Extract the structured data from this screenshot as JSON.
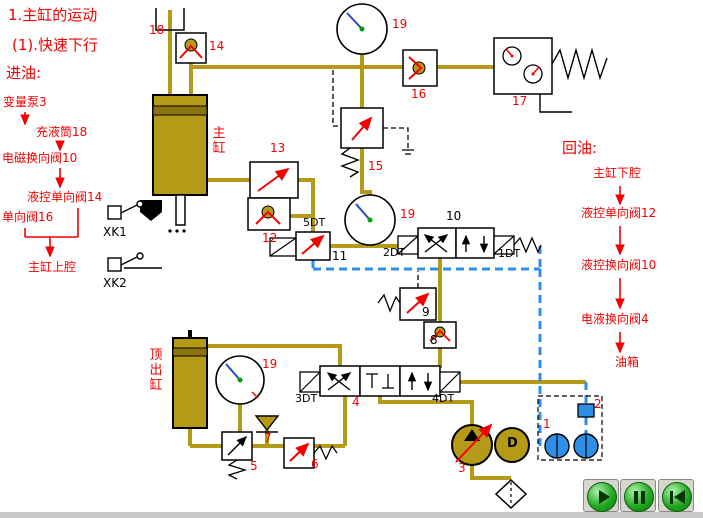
{
  "title": {
    "line1": "1.主缸的运动",
    "line2": "(1).快速下行"
  },
  "inlet_flow": {
    "header": "进油:",
    "steps": [
      "变量泵3",
      "充液筒18",
      "电磁换向阀10",
      "液控单向阀14",
      "单向阀16",
      "主缸上腔"
    ]
  },
  "return_flow": {
    "header": "回油:",
    "steps": [
      "主缸下腔",
      "液控单向阀12",
      "液控换向阀10",
      "电液换向阀4",
      "油箱"
    ]
  },
  "diagram": {
    "main_cylinder": "主缸",
    "ejector_cylinder": "顶出缸",
    "motor_letter": "D",
    "switches": {
      "xk1": "XK1",
      "xk2": "XK2"
    },
    "solenoids": {
      "dt5": "5DT",
      "dt2": "2DT",
      "dt1": "1DT",
      "dt3": "3DT",
      "dt4": "4DT"
    },
    "numbers": {
      "n18": "18",
      "n14": "14",
      "n19_top": "19",
      "n16": "16",
      "n17": "17",
      "n13": "13",
      "n15": "15",
      "n12": "12",
      "n19_mid": "19",
      "n11": "11",
      "n10": "10",
      "n9": "9",
      "n8": "8",
      "n19_bottom": "19",
      "n7": "7",
      "n5": "5",
      "n6": "6",
      "n4": "4",
      "n3": "3",
      "n1": "1",
      "n2": "2"
    }
  },
  "player": {
    "play": "play",
    "pause": "pause",
    "back": "back"
  },
  "colors": {
    "pipe_yellow": "#b49a17",
    "return_blue": "#2f8fe8",
    "accent_red": "#f40000",
    "button_green": "#22aa22"
  }
}
